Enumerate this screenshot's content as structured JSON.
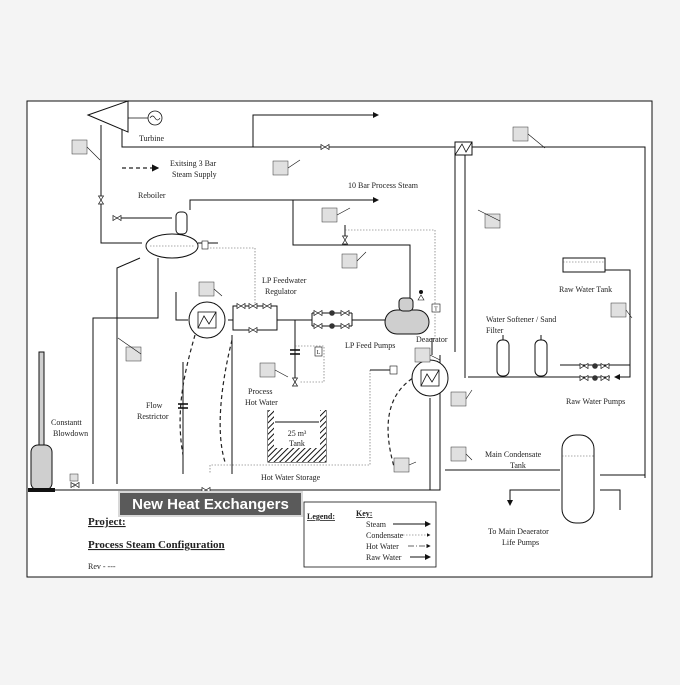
{
  "labels": {
    "turbine": "Turbine",
    "existing_supply_1": "Exitsing 3 Bar",
    "existing_supply_2": "Steam Supply",
    "reboiler": "Reboiler",
    "process_steam": "10 Bar Process Steam",
    "lp_regulator_1": "LP Feedwater",
    "lp_regulator_2": "Regulator",
    "lp_feed_pumps": "LP Feed Pumps",
    "deaerator": "Deaerator",
    "water_softener_1": "Water Softener / Sand",
    "water_softener_2": "Filter",
    "raw_water_tank": "Raw Water Tank",
    "raw_water_pumps": "Raw Water Pumps",
    "process_hot_water_1": "Process",
    "process_hot_water_2": "Hot Water",
    "flow_restrictor_1": "Flow",
    "flow_restrictor_2": "Restrictor",
    "blowdown_1": "Constantt",
    "blowdown_2": "Blowdown",
    "tank_volume": "25 m³",
    "tank_word": "Tank",
    "hot_water_storage": "Hot Water Storage",
    "main_condensate_1": "Main Condensate",
    "main_condensate_2": "Tank",
    "main_deaerator_1": "To Main Deaerator",
    "main_deaerator_2": "Life Pumps"
  },
  "banner": "New Heat Exchangers",
  "project": {
    "heading": "Project:",
    "title": "Process Steam Configuration",
    "rev": "Rev  -  ---"
  },
  "legend": {
    "heading": "Legend:",
    "key_heading": "Key:",
    "items": [
      "Steam",
      "Condensate",
      "Hot Water",
      "Raw Water"
    ]
  },
  "markers": {
    "deaerator_tag": "T",
    "tank_level_tag": "L"
  },
  "colors": {
    "banner_bg": "#5a5a5a",
    "banner_text": "#ffffff",
    "equipment_fill": "#cfcfcf",
    "line": "#111111"
  }
}
